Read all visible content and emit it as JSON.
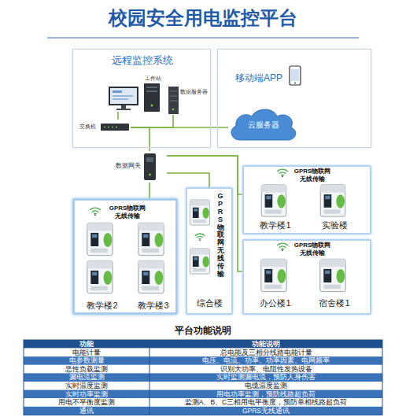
{
  "diagram": {
    "title": "校园安全用电监控平台",
    "nodes": [
      {
        "text": [
          "远程监控系统"
        ]
      },
      {
        "text": [
          "工作站"
        ],
        "in": 0
      },
      {
        "text": [
          "数据服务器"
        ],
        "in": 0
      },
      {
        "text": [
          "交换机"
        ],
        "in": 0
      },
      {
        "text": [
          "移动端APP"
        ]
      },
      {
        "text": [
          "云服务器"
        ],
        "in": 4
      },
      {
        "text": [
          "数据网关"
        ]
      },
      {
        "text": [
          "GPRS物联网 无线传输",
          "教学楼2",
          "教学楼3"
        ]
      },
      {
        "text": [
          "GPRS物联网无线传输",
          "综合楼"
        ]
      },
      {
        "text": [
          "GPRS物联网 无线传输",
          "教学楼1",
          "实验楼"
        ]
      },
      {
        "text": [
          "GPRS物联网 无线传输",
          "办公楼1",
          "宿舍楼1"
        ]
      }
    ],
    "edges": [
      {
        "from": 1,
        "to": 3,
        "arrow": "none"
      },
      {
        "from": 3,
        "to": 2,
        "arrow": "none"
      },
      {
        "from": 3,
        "to": 5,
        "arrow": "none"
      },
      {
        "from": 3,
        "to": 6,
        "arrow": "none"
      },
      {
        "from": 6,
        "to": 7,
        "arrow": "none"
      },
      {
        "from": 6,
        "to": 8,
        "arrow": "none"
      },
      {
        "from": 6,
        "to": 9,
        "arrow": "none"
      },
      {
        "from": 6,
        "to": 10,
        "arrow": "none"
      }
    ],
    "labels": [
      "平台功能说明",
      "功能",
      "功能说明",
      "电能计量",
      "总电能及三相分线路电能计量",
      "电参数测量",
      "电压、电流、功率、功率因素、电网频率",
      "恶性负载监测",
      "识别大功率、电阻性发热设备",
      "漏电流监测",
      "实时监测漏电流，预防人身伤害",
      "实时温度监测",
      "电缆温度监测",
      "实时功率监测",
      "用电功率监测，预防线路超负荷",
      "用电不平衡度监测",
      "监测A、B、C三相用电平衡度，预防单相线路超负荷",
      "通讯",
      "GPRS无线通讯"
    ]
  }
}
